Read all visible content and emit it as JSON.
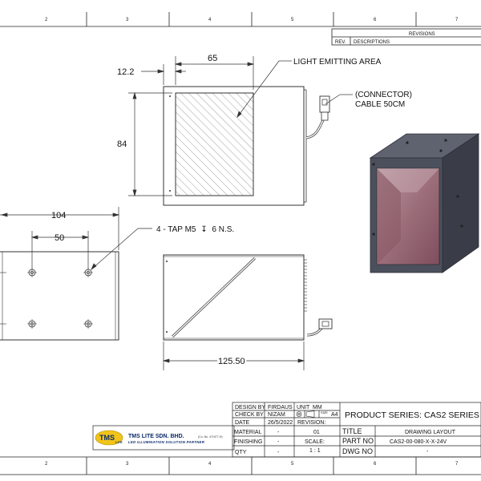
{
  "zones": [
    "2",
    "3",
    "4",
    "5",
    "6",
    "7"
  ],
  "revisions": {
    "title": "REVISIONS",
    "col_rev": "REV.",
    "col_desc": "DESCRIPTIONS"
  },
  "dimensions": {
    "offset_x": "12.2",
    "area_width": "65",
    "area_height": "84",
    "total_width": "104",
    "hole_spacing": "50",
    "length": "125.50"
  },
  "notes": {
    "light_area": "LIGHT EMITTING AREA",
    "connector_line1": "(CONNECTOR)",
    "connector_line2": "CABLE 50CM",
    "tap_prefix": "4 - TAP M5",
    "tap_symbol": "↧",
    "tap_suffix": "6 N.S."
  },
  "title_block": {
    "design_by_label": "DESIGN BY",
    "design_by": "FIRDAUS",
    "check_by_label": "CHECK BY",
    "check_by": "NIZAM",
    "date_label": "DATE",
    "date": "26/5/2022",
    "material_label": "MATERIAL",
    "material": "-",
    "finishing_label": "FINISHING",
    "finishing": "-",
    "qty_label": "QTY",
    "qty": "-",
    "unit_label": "UNIT",
    "unit": "MM",
    "size_label": "SIZE",
    "size": "A4",
    "revision_label": "REVISION:",
    "revision": "01",
    "scale_label": "SCALE:",
    "scale": "1 : 1",
    "product_series": "PRODUCT SERIES: CAS2 SERIES",
    "title_label": "TITLE",
    "title": "DRAWING LAYOUT",
    "part_no_label": "PART NO",
    "part_no": "CAS2-00-080-X-X-24V",
    "dwg_no_label": "DWG NO",
    "dwg_no": "-"
  },
  "company": {
    "logo_text": "TMS",
    "logo_sub": "LITE",
    "name": "TMS LITE SDN. BHD.",
    "reg": "(Co. No. 471977-H)",
    "tagline": "LED ILLUMINATION SOLUTION PARTNER"
  }
}
